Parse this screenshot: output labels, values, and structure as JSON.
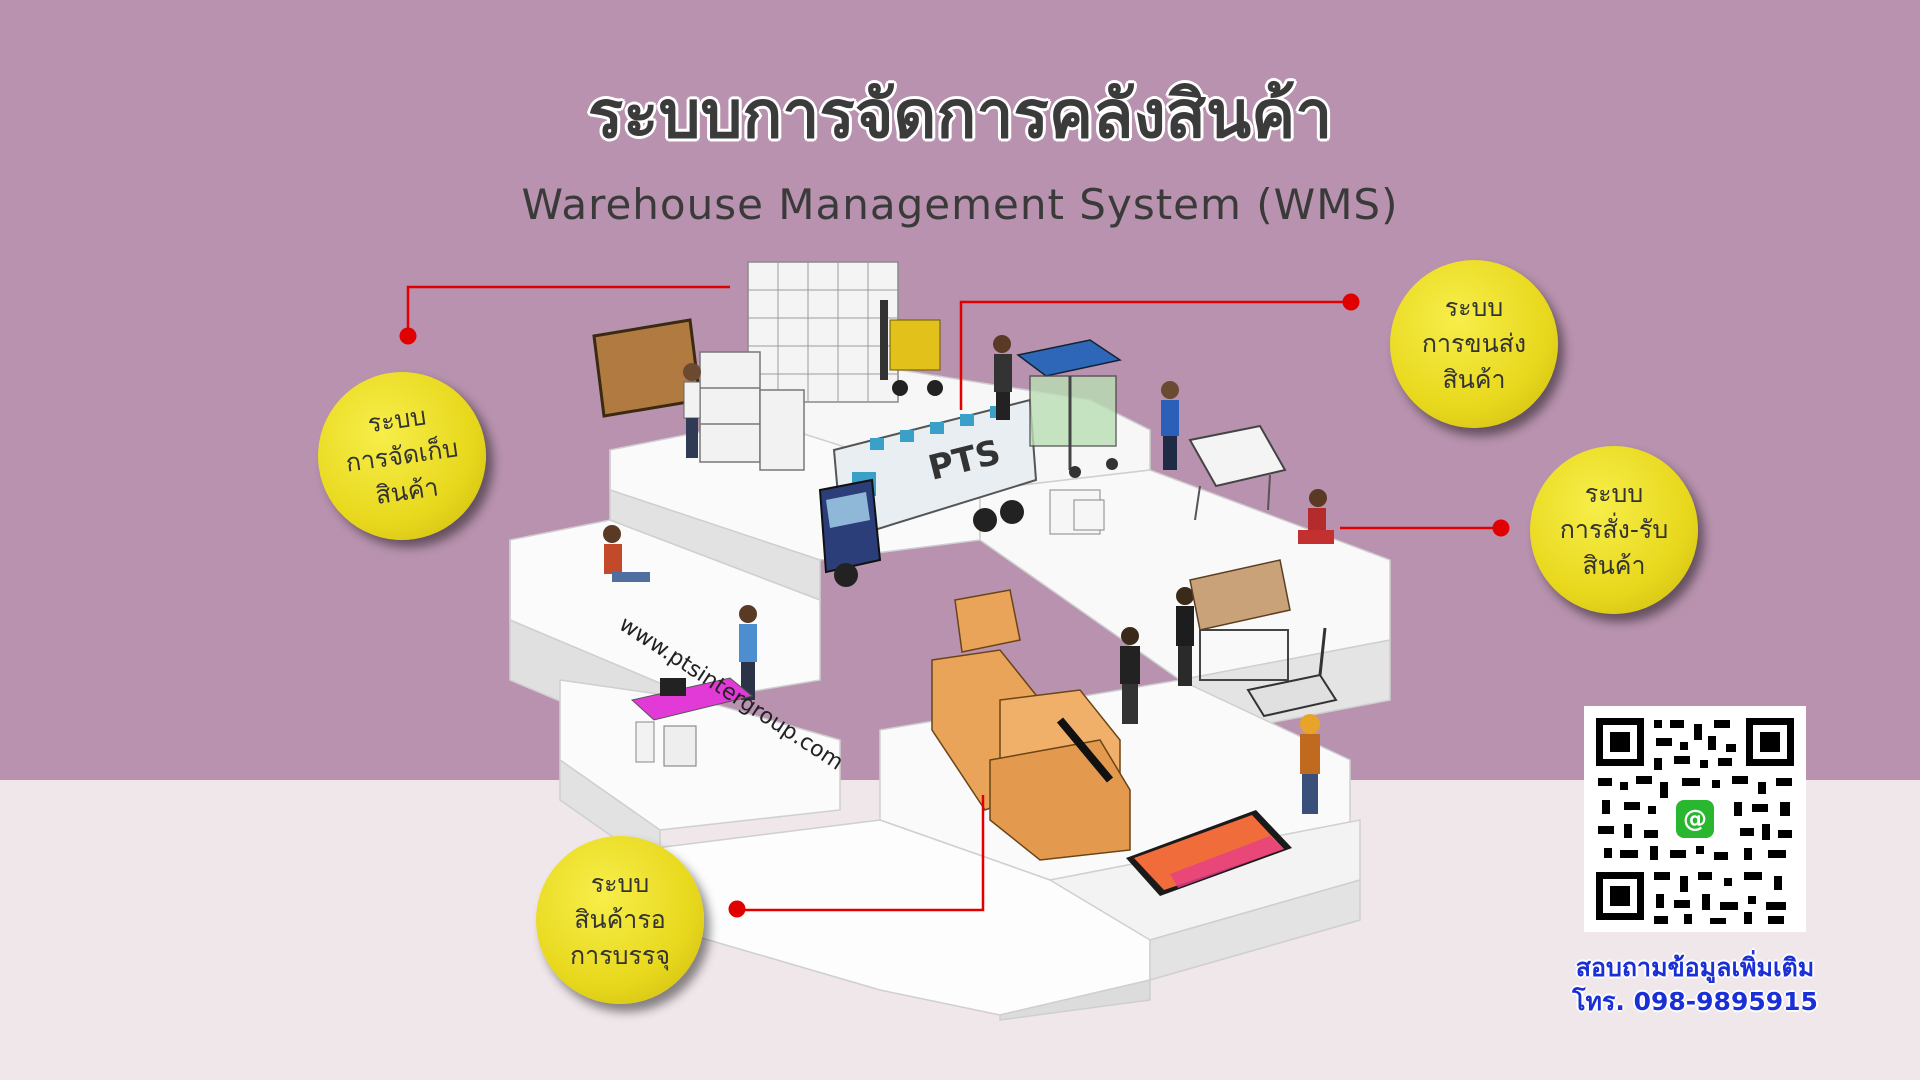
{
  "title": "ระบบการจัดการคลังสินค้า",
  "subtitle": "Warehouse Management System (WMS)",
  "bubbles": {
    "storage": [
      "ระบบ",
      "การจัดเก็บ",
      "สินค้า"
    ],
    "transport": [
      "ระบบ",
      "การขนส่ง",
      "สินค้า"
    ],
    "order": [
      "ระบบ",
      "การสั่ง-รับ",
      "สินค้า"
    ],
    "packing": [
      "ระบบ",
      "สินค้ารอ",
      "การบรรจุ"
    ]
  },
  "truck_label": "PTS",
  "website": "www.ptsintergroup.com",
  "contact": {
    "line1": "สอบถามข้อมูลเพิ่มเติม",
    "line2": "โทร. 098-9895915"
  },
  "qr_center_icon": "@",
  "colors": {
    "background_top": "#b892ae",
    "background_bottom": "#f0e7ea",
    "bubble": "#e8d81d",
    "connector": "#e00000",
    "contact_text": "#1b2fd6",
    "line_app": "#2ab730"
  }
}
